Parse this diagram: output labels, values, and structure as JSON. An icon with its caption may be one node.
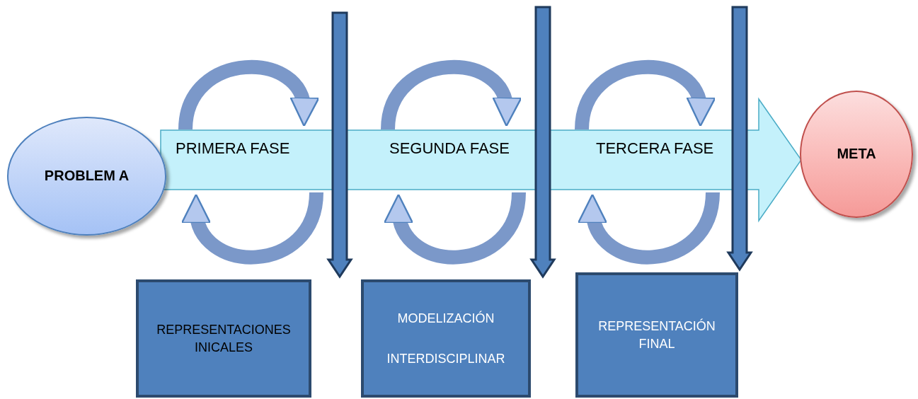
{
  "diagram": {
    "nodes": [
      {
        "text": [
          "PROBLEM A"
        ]
      },
      {
        "text": [
          "META"
        ]
      },
      {
        "text": [
          "REPRESENTACIONES INICALES"
        ]
      },
      {
        "text": [
          "MODELIZACIÓN",
          "INTERDISCIPLINAR"
        ]
      },
      {
        "text": [
          "REPRESENTACIÓN FINAL"
        ]
      }
    ],
    "edges": [
      {
        "from": 0,
        "to": 1,
        "arrow": "to",
        "style": "thick",
        "color": "#c4f1fb"
      },
      {
        "from": null,
        "to": 2,
        "arrow": "to",
        "style": "thick"
      },
      {
        "from": null,
        "to": 3,
        "arrow": "to",
        "style": "thick"
      },
      {
        "from": null,
        "to": 4,
        "arrow": "to",
        "style": "thick"
      }
    ],
    "labels": [
      "PRIMERA FASE",
      "SEGUNDA FASE",
      "TERCERA FASE"
    ]
  }
}
